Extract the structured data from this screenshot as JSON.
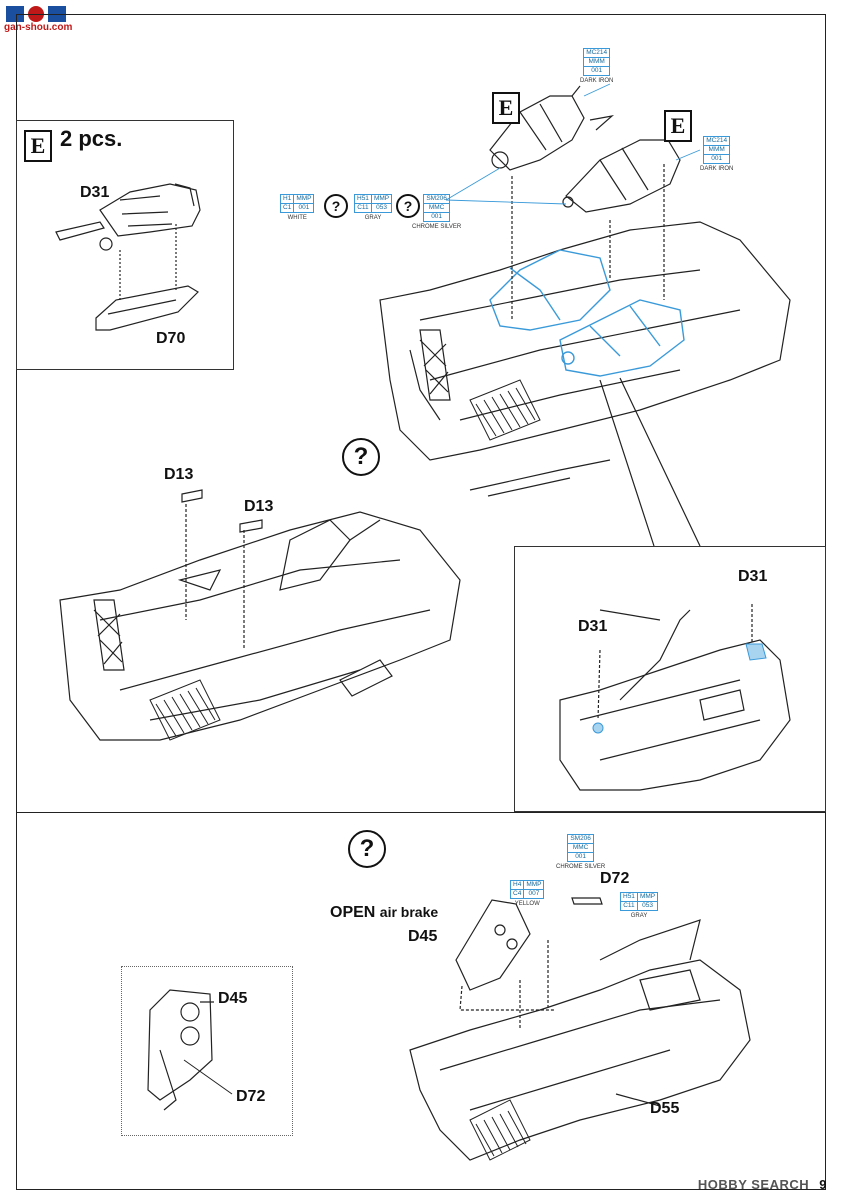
{
  "watermark": {
    "text": "gan-shou.com"
  },
  "footer": {
    "brand": "HOBBY SEARCH",
    "page": "9"
  },
  "colors": {
    "accent_blue": "#3a9ad9",
    "line": "#222222"
  },
  "top_inset": {
    "badge": "E",
    "qty": "2 pcs.",
    "part_top": "D31",
    "part_bottom": "D70"
  },
  "step_top": {
    "badge_e1": "E",
    "badge_e2": "E",
    "part_d13_a": "D13",
    "part_d13_b": "D13",
    "chips": {
      "mc214": {
        "c1": "MC214",
        "c2": "MMM",
        "c3": "001",
        "caption": "DARK IRON"
      },
      "mc214b": {
        "c1": "MC214",
        "c2": "MMM",
        "c3": "001",
        "caption": "DARK IRON"
      },
      "h1": {
        "c1": "H1",
        "c2": "MMP",
        "c3": "C1",
        "c4": "001",
        "caption": "WHITE"
      },
      "h51": {
        "c1": "H51",
        "c2": "MMP",
        "c3": "C11",
        "c4": "053",
        "caption": "GRAY"
      },
      "sm206": {
        "c1": "SM206",
        "c2": "MMC",
        "c3": "001",
        "caption": "CHROME SILVER"
      }
    }
  },
  "detail_inset": {
    "part_a": "D31",
    "part_b": "D31"
  },
  "step_bottom": {
    "open_label": "OPEN",
    "open_suffix": "air brake",
    "part_d45": "D45",
    "part_d72": "D72",
    "part_d55": "D55",
    "chips": {
      "sm206": {
        "c1": "SM206",
        "c2": "MMC",
        "c3": "001",
        "caption": "CHROME SILVER"
      },
      "h4": {
        "c1": "H4",
        "c2": "MMP",
        "c3": "C4",
        "c4": "007",
        "caption": "YELLOW"
      },
      "h51": {
        "c1": "H51",
        "c2": "MMP",
        "c3": "C11",
        "c4": "053",
        "caption": "GRAY"
      }
    }
  },
  "bottom_inset": {
    "part_d45": "D45",
    "part_d72": "D72"
  },
  "qmark": "?"
}
